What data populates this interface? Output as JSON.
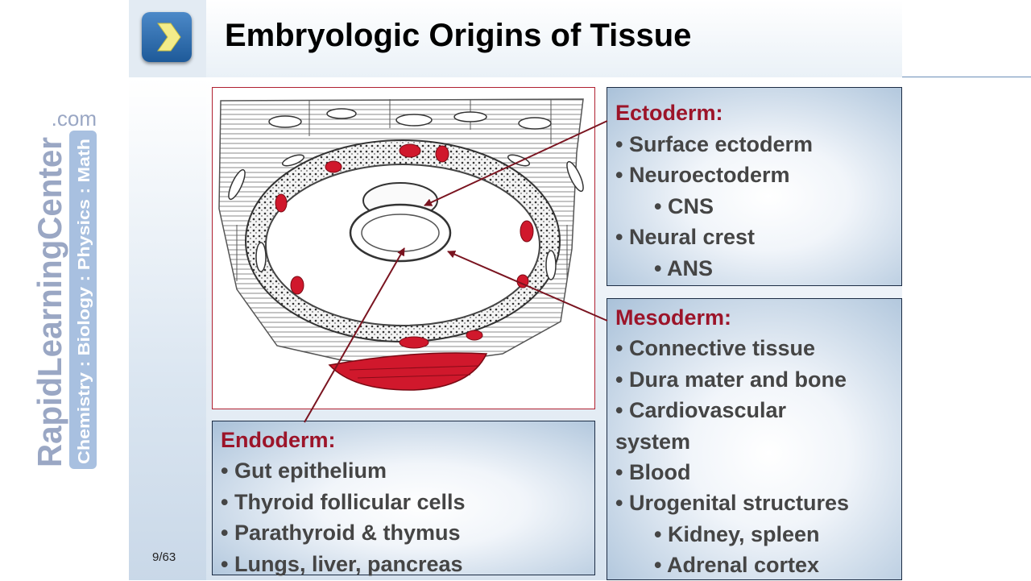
{
  "slide": {
    "title": "Embryologic Origins of Tissue",
    "page_number": "9/63"
  },
  "brand": {
    "name": "RapidLearningCenter",
    "domain": ".com",
    "subjects": "Chemistry : Biology : Physics : Math",
    "colors": {
      "name": "#9aa7c4",
      "subjects_bg": "#a8c0e0",
      "subjects_text": "#ffffff"
    }
  },
  "nav": {
    "next_icon": "chevron-right-icon"
  },
  "colors": {
    "accent_red": "#9c1429",
    "body_text": "#454545",
    "figure_red": "#d0182c"
  },
  "ectoderm": {
    "heading": "Ectoderm:",
    "items": [
      "• Surface ectoderm",
      "• Neuroectoderm",
      "• CNS",
      "• Neural crest",
      "• ANS"
    ]
  },
  "mesoderm": {
    "heading": "Mesoderm:",
    "items": [
      "• Connective tissue",
      "• Dura mater and bone",
      "• Cardiovascular",
      "system",
      "• Blood",
      "• Urogenital structures",
      "• Kidney, spleen",
      "• Adrenal cortex"
    ]
  },
  "endoderm": {
    "heading": "Endoderm:",
    "items": [
      "• Gut epithelium",
      "• Thyroid follicular cells",
      "• Parathyroid & thymus",
      "• Lungs, liver, pancreas"
    ]
  }
}
